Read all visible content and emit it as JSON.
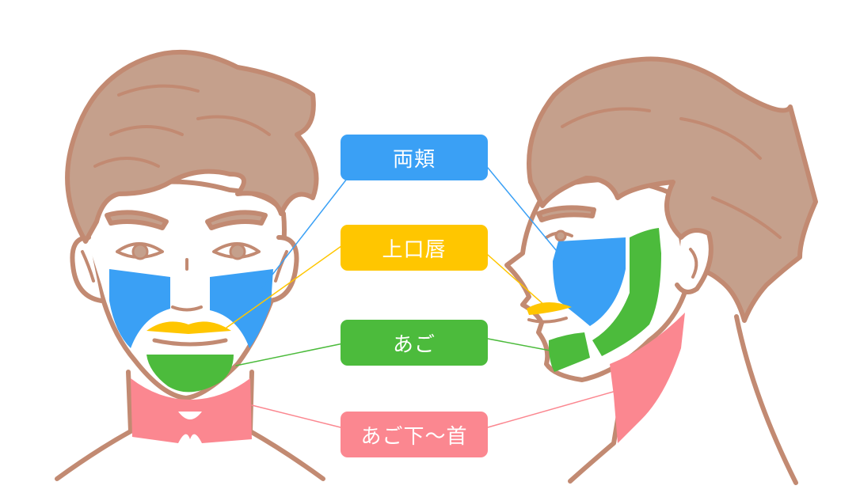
{
  "colors": {
    "cheeks": "#3aa0f5",
    "upper_lip": "#ffc600",
    "chin": "#4cbb3c",
    "under_chin_neck": "#fb8790",
    "hair": "#c5a08c",
    "outline": "#c28a72",
    "skin": "#ffffff"
  },
  "labels": {
    "cheeks": "両頬",
    "upper_lip": "上口唇",
    "chin": "あご",
    "under_chin_neck": "あご下〜首"
  }
}
